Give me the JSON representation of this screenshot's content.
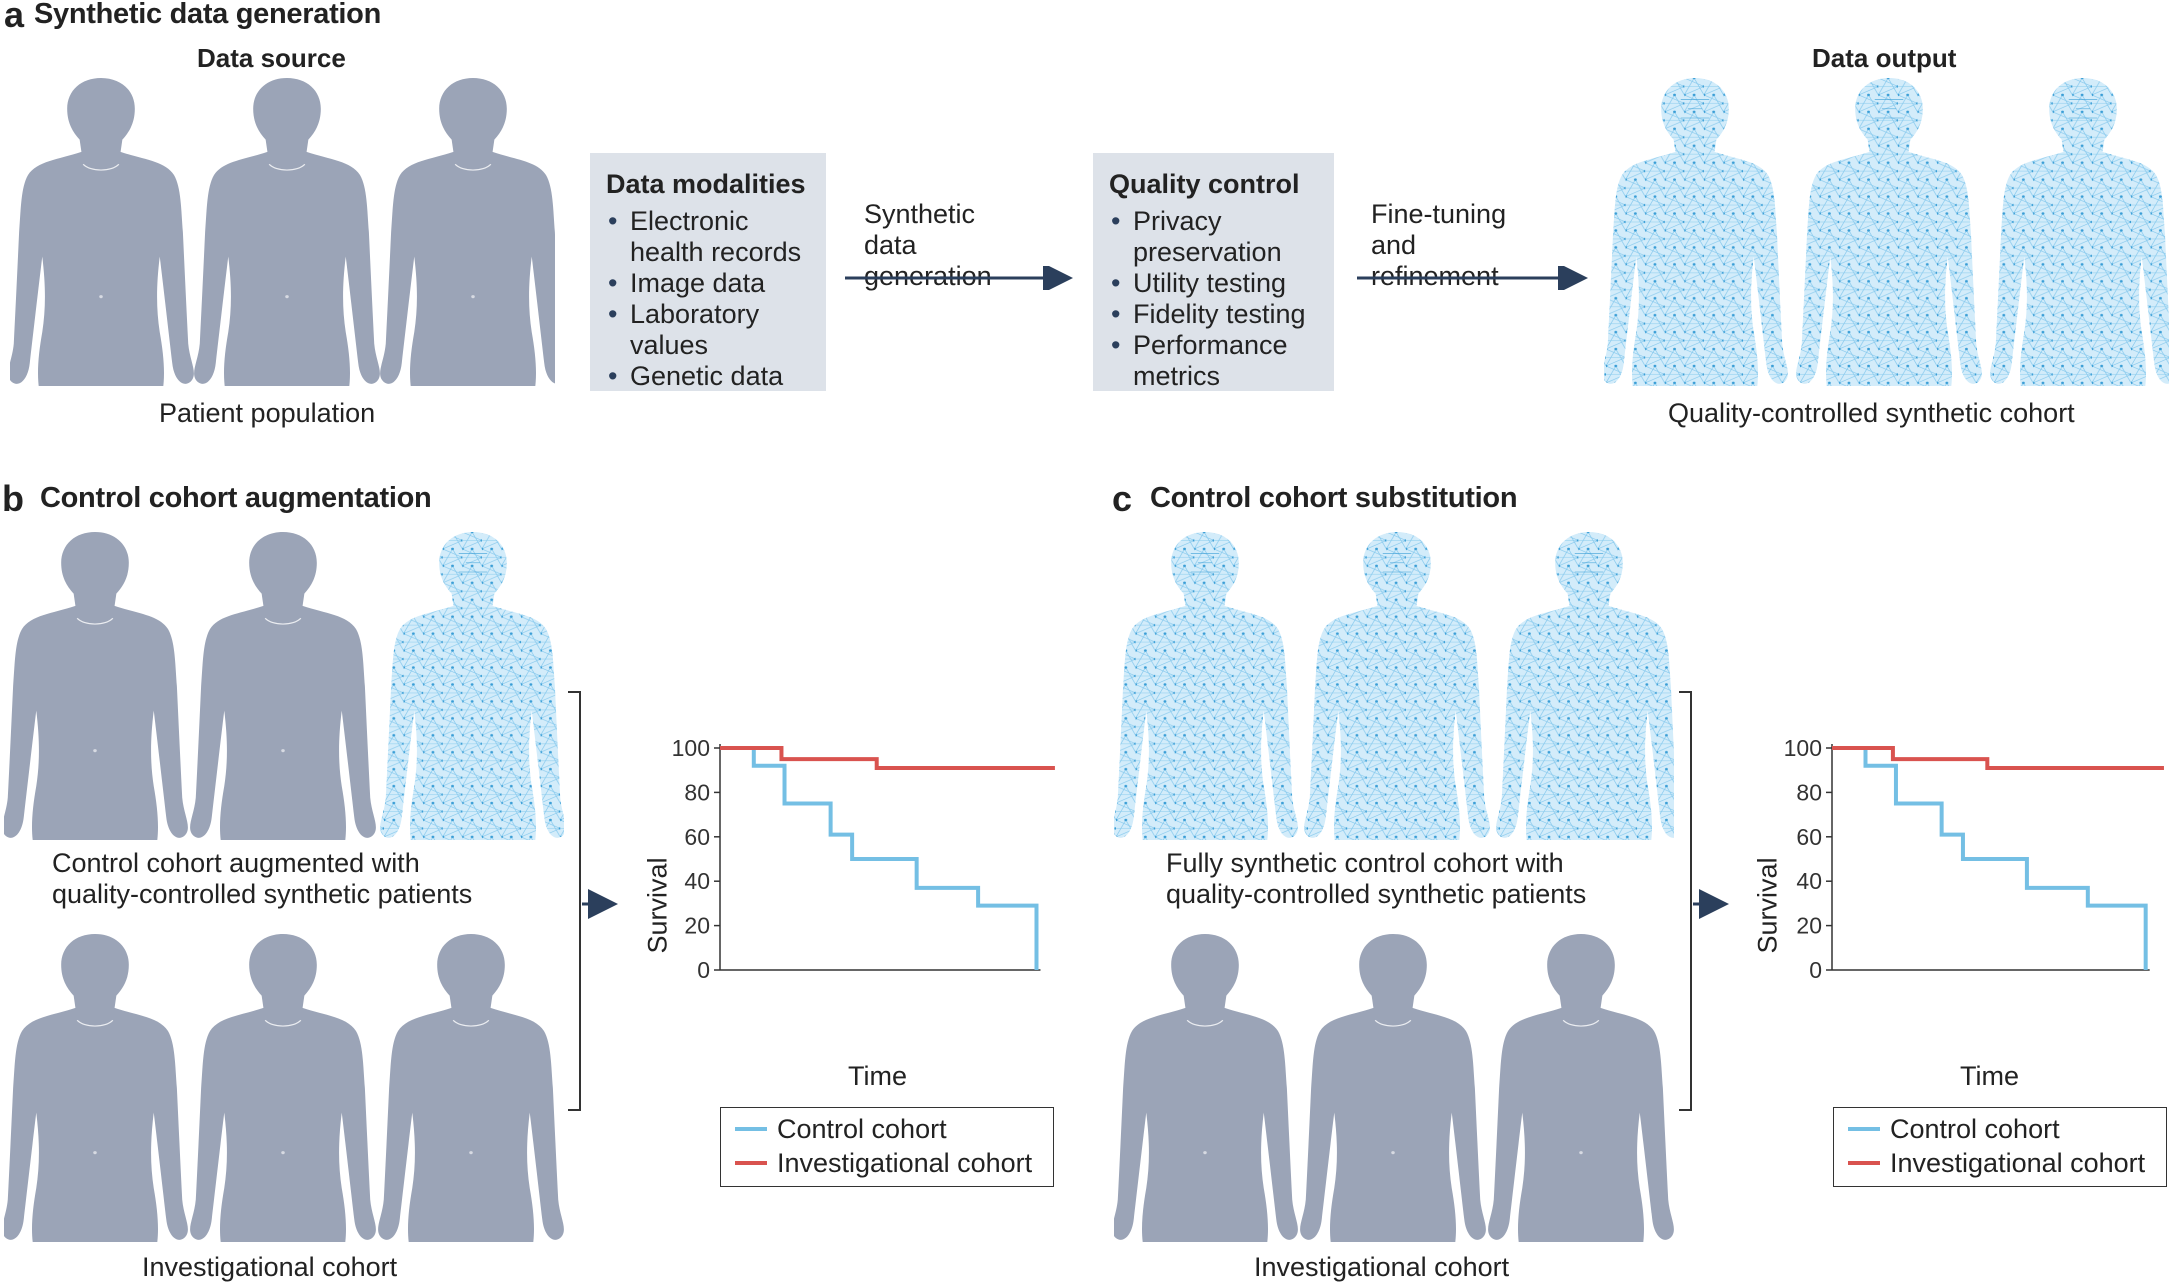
{
  "panel_a": {
    "letter": "a",
    "title": "Synthetic data generation",
    "data_source_heading": "Data source",
    "patient_population_caption": "Patient population",
    "data_modalities": {
      "title": "Data modalities",
      "items": [
        "Electronic health records",
        "Image data",
        "Laboratory values",
        "Genetic data"
      ]
    },
    "arrow1_label": "Synthetic data generation",
    "quality_control": {
      "title": "Quality control",
      "items": [
        "Privacy preservation",
        "Utility testing",
        "Fidelity testing",
        "Performance metrics"
      ]
    },
    "arrow2_label": "Fine-tuning and refinement",
    "data_output_heading": "Data output",
    "synthetic_cohort_caption": "Quality-controlled synthetic cohort"
  },
  "panel_b": {
    "letter": "b",
    "title": "Control cohort augmentation",
    "control_caption": "Control cohort augmented with quality-controlled synthetic patients",
    "investigational_caption": "Investigational cohort"
  },
  "panel_c": {
    "letter": "c",
    "title": "Control cohort substitution",
    "control_caption": "Fully synthetic control cohort with quality-controlled synthetic patients",
    "investigational_caption": "Investigational cohort"
  },
  "colors": {
    "silhouette": "#9ba4b7",
    "synthetic_fill": "#d3ecfa",
    "synthetic_mesh": "#5db8e8",
    "box": "#dde2e9",
    "arrow": "#2b3f5c",
    "control_line": "#74bfe4",
    "investigational_line": "#d9534f"
  },
  "icons": [
    "human-silhouette-icon",
    "synthetic-human-mesh-icon",
    "right-arrow-icon",
    "bracket-icon"
  ],
  "chart_data": [
    {
      "type": "line",
      "panel": "b",
      "step": true,
      "xlabel": "Time",
      "ylabel": "Survival",
      "ylim": [
        0,
        100
      ],
      "yticks": [
        0,
        20,
        40,
        60,
        80,
        100
      ],
      "xlim": [
        0,
        10
      ],
      "legend": "below",
      "series": [
        {
          "name": "Control cohort",
          "color": "#74bfe4",
          "x": [
            0,
            1.1,
            2.1,
            3.6,
            4.3,
            6.4,
            8.4,
            10.3,
            10.3
          ],
          "y": [
            100,
            92,
            75,
            61,
            50,
            37,
            29,
            29,
            0
          ]
        },
        {
          "name": "Investigational cohort",
          "color": "#d9534f",
          "x": [
            0,
            1.6,
            2.0,
            5.1,
            10.9
          ],
          "y": [
            100,
            100,
            95,
            91,
            91
          ]
        }
      ]
    },
    {
      "type": "line",
      "panel": "c",
      "step": true,
      "xlabel": "Time",
      "ylabel": "Survival",
      "ylim": [
        0,
        100
      ],
      "yticks": [
        0,
        20,
        40,
        60,
        80,
        100
      ],
      "xlim": [
        0,
        10
      ],
      "legend": "below",
      "series": [
        {
          "name": "Control cohort",
          "color": "#74bfe4",
          "x": [
            0,
            1.1,
            2.1,
            3.6,
            4.3,
            6.4,
            8.4,
            10.3,
            10.3
          ],
          "y": [
            100,
            92,
            75,
            61,
            50,
            37,
            29,
            29,
            0
          ]
        },
        {
          "name": "Investigational cohort",
          "color": "#d9534f",
          "x": [
            0,
            1.6,
            2.0,
            5.1,
            10.9
          ],
          "y": [
            100,
            100,
            95,
            91,
            91
          ]
        }
      ]
    }
  ]
}
